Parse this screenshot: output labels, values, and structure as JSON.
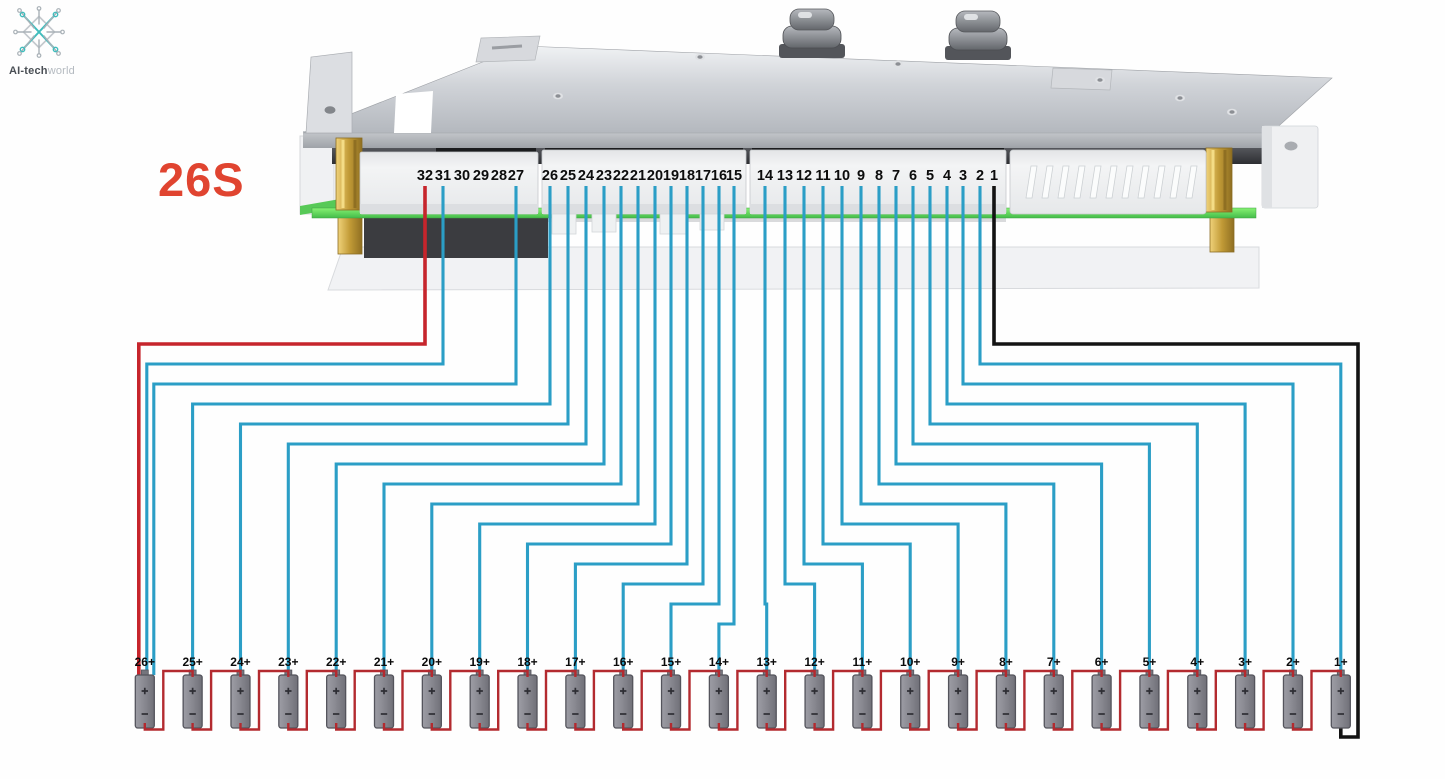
{
  "logo": {
    "brand_bold": "AI-tech",
    "brand_light": "world"
  },
  "title": "26S",
  "colors": {
    "title": "#e04430",
    "sense_wire": "#2b9ec6",
    "positive_wire": "#c6252c",
    "negative_wire": "#131313",
    "series_link": "#b32a2f",
    "pcb_green": "#5ccf58",
    "standoff_gold": "#c7a23f",
    "battery_body": "#8a8a92"
  },
  "board": {
    "pin_groups": [
      {
        "name": "group-32-27",
        "pins": [
          "32",
          "31",
          "30",
          "29",
          "28",
          "27"
        ]
      },
      {
        "name": "group-26-15",
        "pins": [
          "26",
          "25",
          "24",
          "23",
          "22",
          "21",
          "20",
          "19",
          "18",
          "17",
          "16",
          "15"
        ]
      },
      {
        "name": "group-14-1",
        "pins": [
          "14",
          "13",
          "12",
          "11",
          "10",
          "9",
          "8",
          "7",
          "6",
          "5",
          "4",
          "3",
          "2",
          "1"
        ]
      }
    ]
  },
  "batteries": {
    "labels": [
      "26+",
      "25+",
      "24+",
      "23+",
      "22+",
      "21+",
      "20+",
      "19+",
      "18+",
      "17+",
      "16+",
      "15+",
      "14+",
      "13+",
      "12+",
      "11+",
      "10+",
      "9+",
      "8+",
      "7+",
      "6+",
      "5+",
      "4+",
      "3+",
      "2+",
      "1+"
    ],
    "plus_symbol": "+",
    "minus_symbol": "-"
  },
  "wires": {
    "connections": [
      {
        "pin": "32",
        "to": "26+",
        "type": "positive"
      },
      {
        "pin": "31",
        "to": "26+",
        "type": "sense"
      },
      {
        "pin": "27",
        "to": "26+",
        "type": "sense"
      },
      {
        "pin": "26",
        "to": "25+",
        "type": "sense"
      },
      {
        "pin": "25",
        "to": "24+",
        "type": "sense"
      },
      {
        "pin": "24",
        "to": "23+",
        "type": "sense"
      },
      {
        "pin": "23",
        "to": "22+",
        "type": "sense"
      },
      {
        "pin": "22",
        "to": "21+",
        "type": "sense"
      },
      {
        "pin": "21",
        "to": "20+",
        "type": "sense"
      },
      {
        "pin": "20",
        "to": "19+",
        "type": "sense"
      },
      {
        "pin": "19",
        "to": "18+",
        "type": "sense"
      },
      {
        "pin": "18",
        "to": "17+",
        "type": "sense"
      },
      {
        "pin": "17",
        "to": "16+",
        "type": "sense"
      },
      {
        "pin": "16",
        "to": "15+",
        "type": "sense"
      },
      {
        "pin": "15",
        "to": "14+",
        "type": "sense"
      },
      {
        "pin": "14",
        "to": "13+",
        "type": "sense"
      },
      {
        "pin": "13",
        "to": "12+",
        "type": "sense"
      },
      {
        "pin": "12",
        "to": "11+",
        "type": "sense"
      },
      {
        "pin": "11",
        "to": "10+",
        "type": "sense"
      },
      {
        "pin": "10",
        "to": "9+",
        "type": "sense"
      },
      {
        "pin": "9",
        "to": "8+",
        "type": "sense"
      },
      {
        "pin": "8",
        "to": "7+",
        "type": "sense"
      },
      {
        "pin": "7",
        "to": "6+",
        "type": "sense"
      },
      {
        "pin": "6",
        "to": "5+",
        "type": "sense"
      },
      {
        "pin": "5",
        "to": "4+",
        "type": "sense"
      },
      {
        "pin": "4",
        "to": "3+",
        "type": "sense"
      },
      {
        "pin": "3",
        "to": "2+",
        "type": "sense"
      },
      {
        "pin": "2",
        "to": "1+",
        "type": "sense"
      },
      {
        "pin": "1",
        "to": "1-",
        "type": "negative"
      }
    ]
  }
}
